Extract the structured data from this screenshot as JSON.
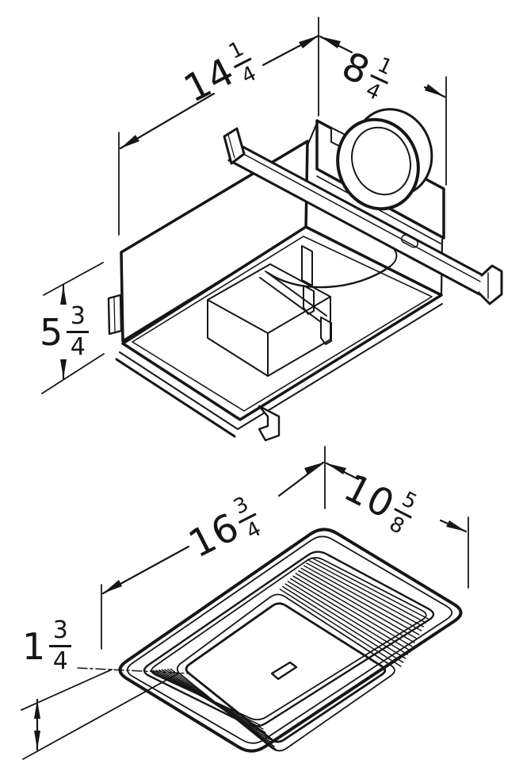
{
  "colors": {
    "ink": "#161616",
    "paper": "#ffffff"
  },
  "dimensions": {
    "housing_length": {
      "whole": "14",
      "numerator": "1",
      "denominator": "4"
    },
    "housing_depth": {
      "whole": "8",
      "numerator": "1",
      "denominator": "4"
    },
    "housing_height": {
      "whole": "5",
      "numerator": "3",
      "denominator": "4"
    },
    "grille_length": {
      "whole": "16",
      "numerator": "3",
      "denominator": "4"
    },
    "grille_width": {
      "whole": "10",
      "numerator": "5",
      "denominator": "8"
    },
    "grille_height": {
      "whole": "1",
      "numerator": "3",
      "denominator": "4"
    }
  }
}
